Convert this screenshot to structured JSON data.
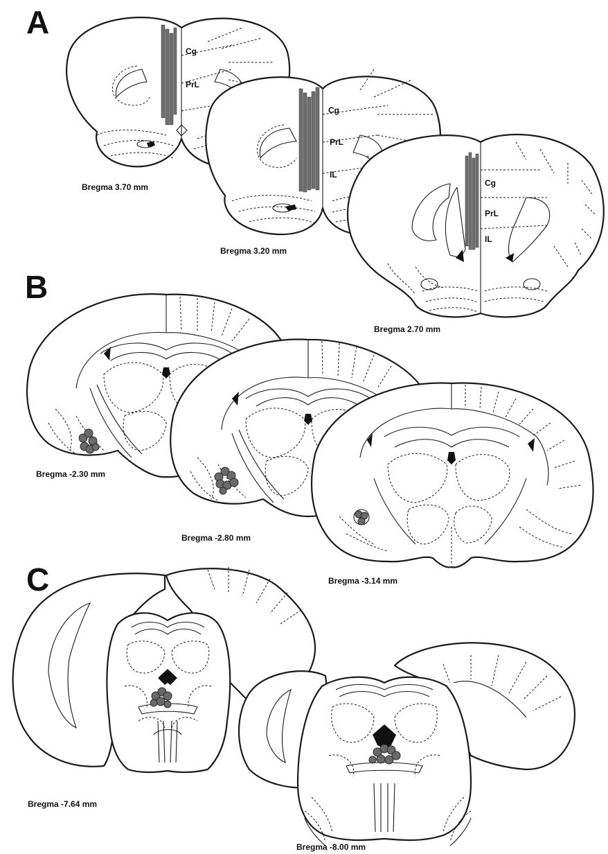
{
  "panels": {
    "A": {
      "letter": "A",
      "sections": [
        {
          "caption": "Bregma 3.70 mm",
          "regions": [
            "Cg",
            "PrL"
          ]
        },
        {
          "caption": "Bregma 3.20 mm",
          "regions": [
            "Cg",
            "PrL",
            "IL"
          ]
        },
        {
          "caption": "Bregma 2.70  mm",
          "regions": [
            "Cg",
            "PrL",
            "IL"
          ]
        }
      ]
    },
    "B": {
      "letter": "B",
      "sections": [
        {
          "caption": "Bregma -2.30 mm"
        },
        {
          "caption": "Bregma -2.80 mm"
        },
        {
          "caption": "Bregma -3.14 mm"
        }
      ]
    },
    "C": {
      "letter": "C",
      "sections": [
        {
          "caption": "Bregma -7.64 mm"
        },
        {
          "caption": "Bregma -8.00 mm"
        }
      ]
    }
  },
  "colors": {
    "outline": "#1a1a1a",
    "cannula_track": "#6e6e6e",
    "injection_site": "#6a6a6a",
    "ventricle": "#111111"
  }
}
